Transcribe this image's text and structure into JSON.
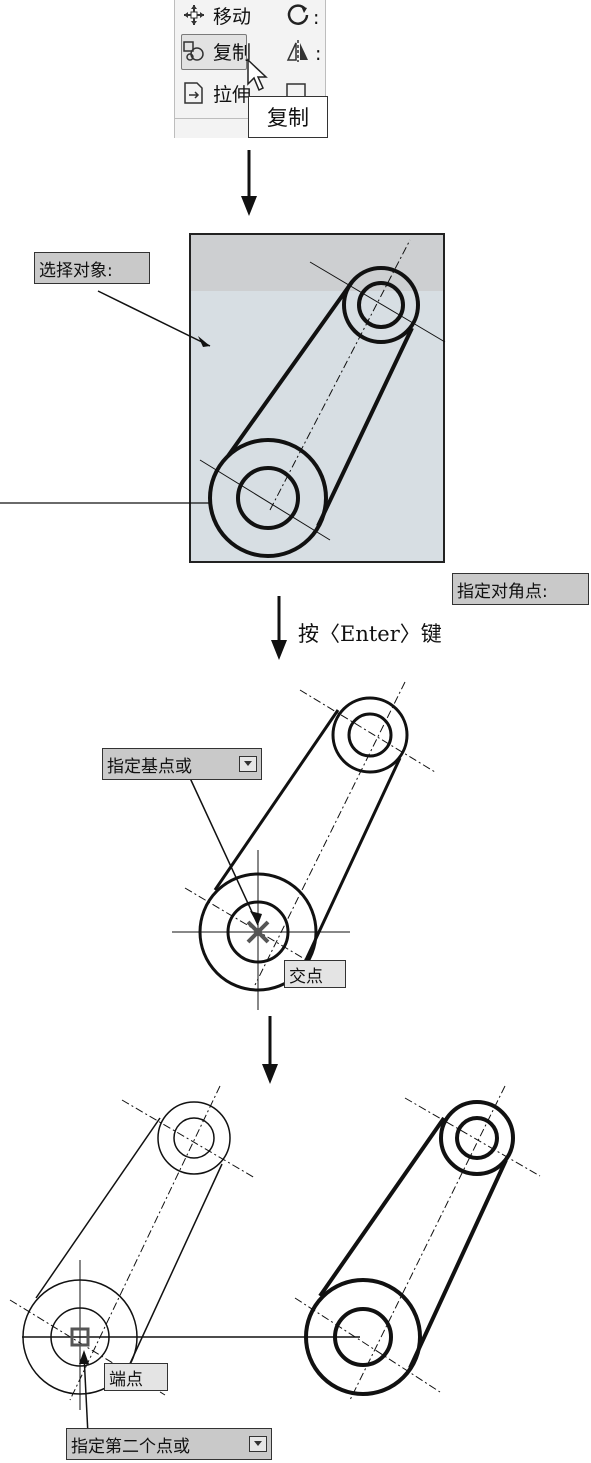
{
  "ribbon": {
    "move_label": "移动",
    "copy_label": "复制",
    "stretch_label": "拉伸",
    "rotate_partial": ":",
    "mirror_partial": ":"
  },
  "tooltip": {
    "label": "复制"
  },
  "step1": {
    "prompt": "选择对象:",
    "corner_prompt": "指定对角点:"
  },
  "step2": {
    "caption": "按〈Enter〉键",
    "base_prompt": "指定基点或",
    "snap_label": "交点"
  },
  "step3": {
    "snap_label": "端点",
    "second_prompt": "指定第二个点或"
  }
}
